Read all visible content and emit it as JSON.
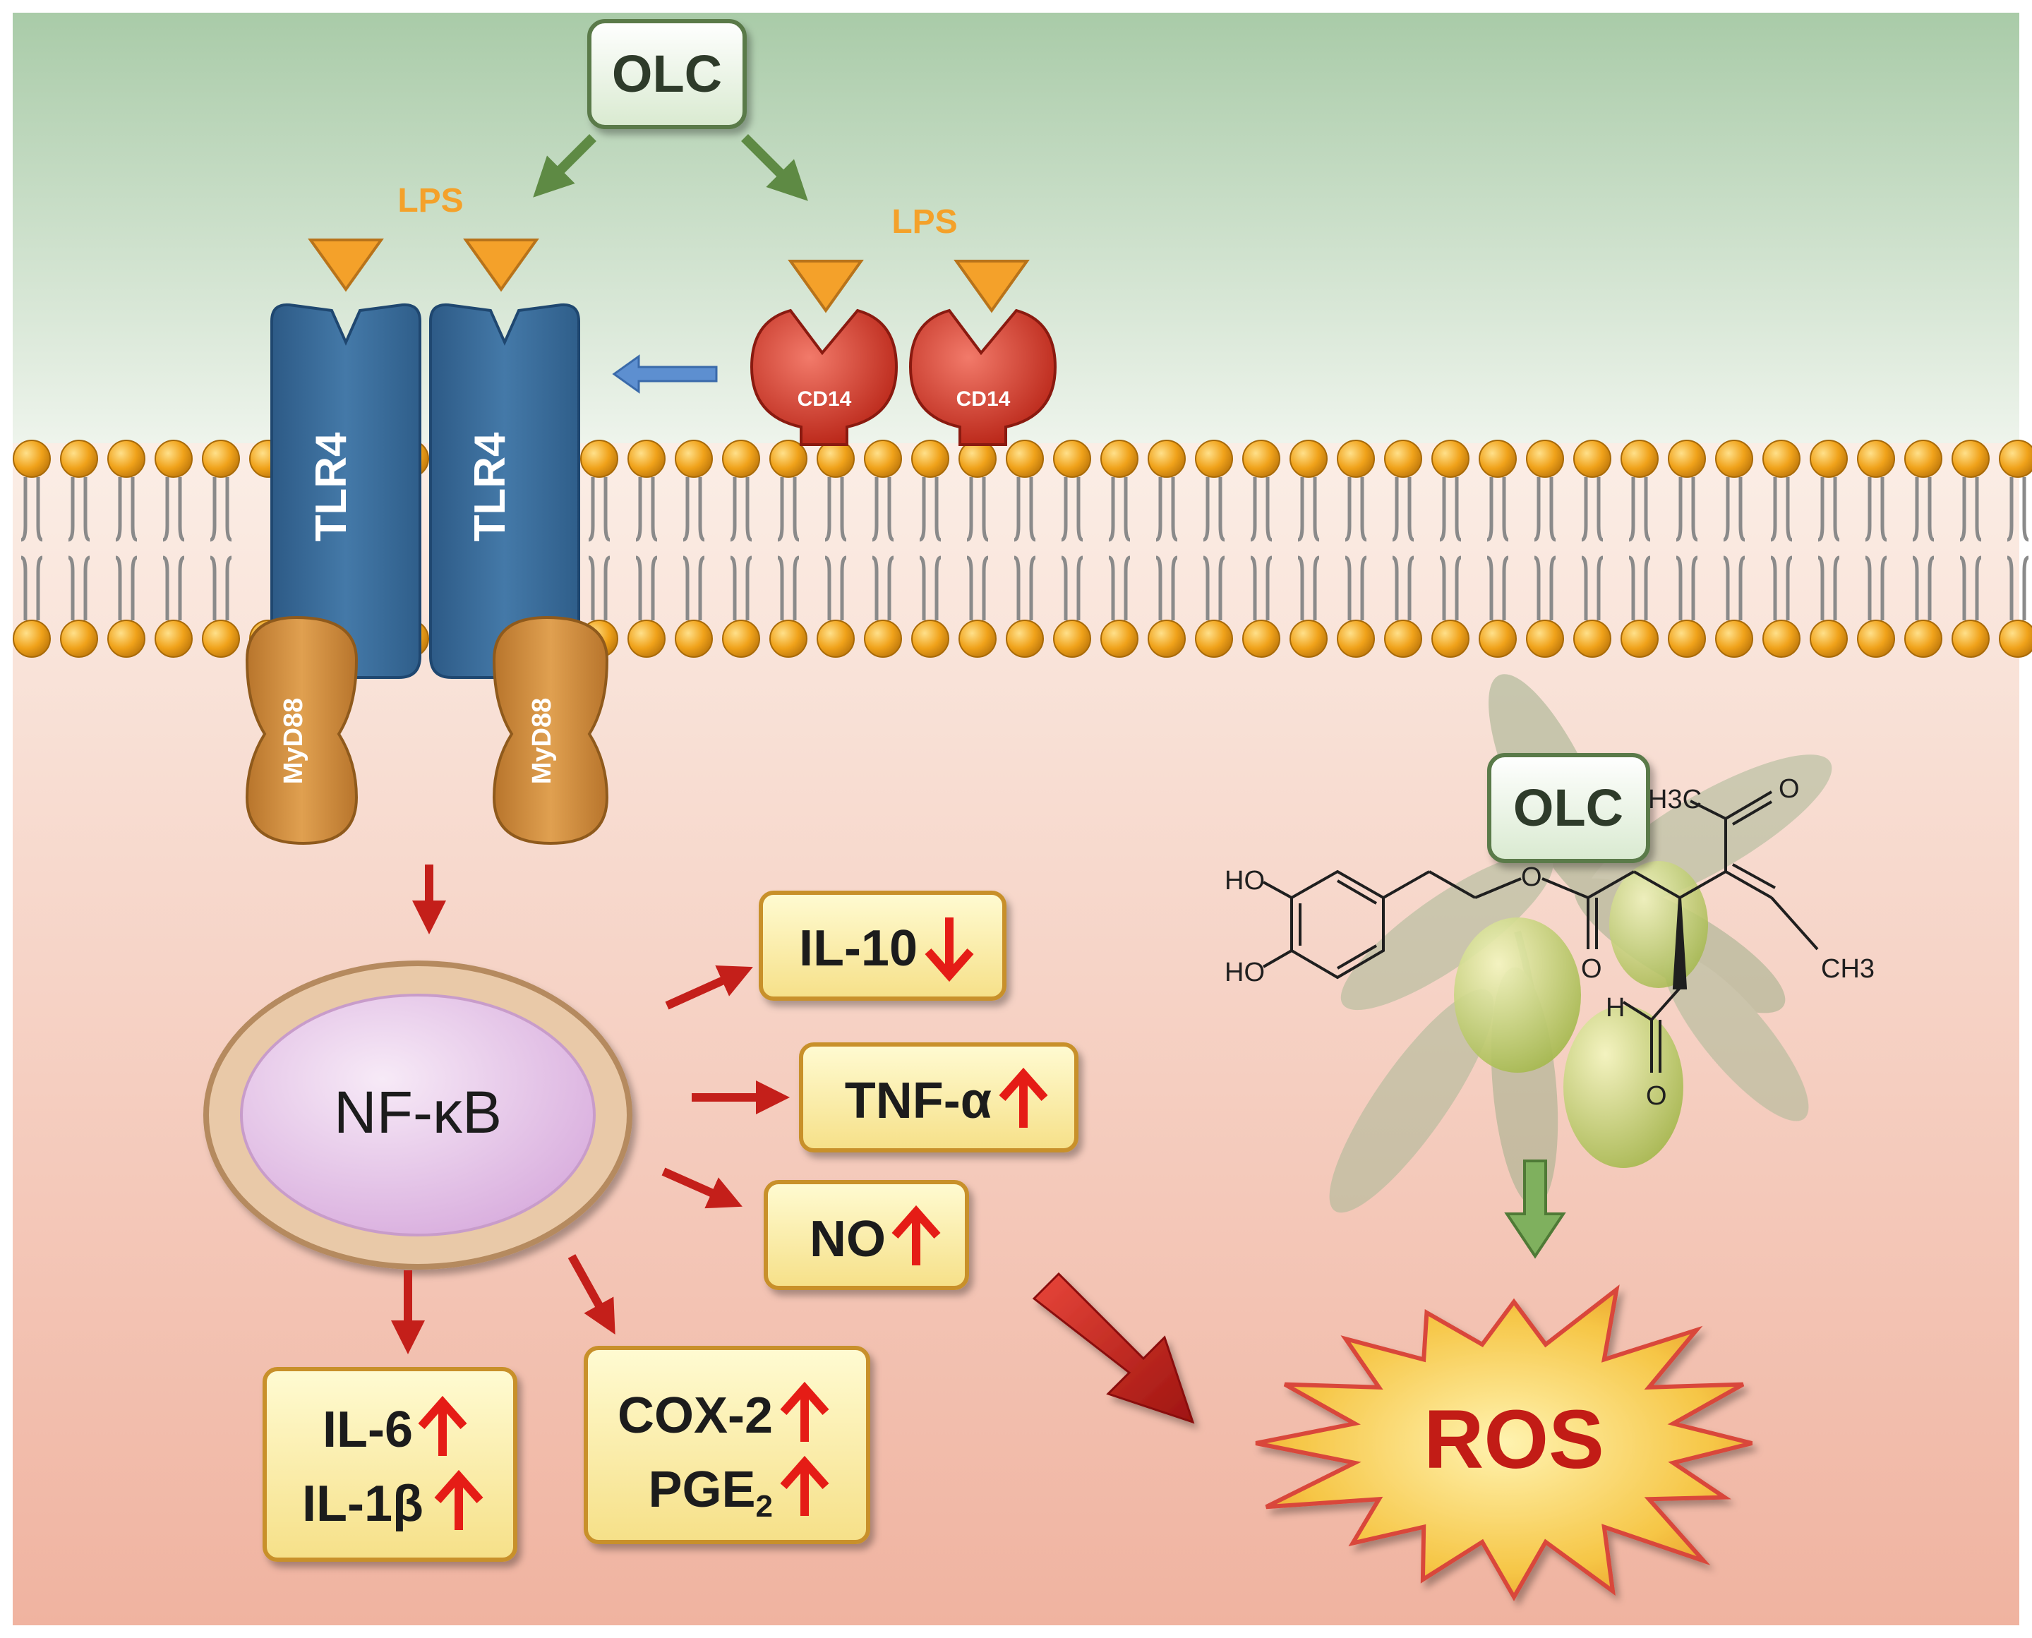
{
  "colors": {
    "extracellular_top": "#a9cba8",
    "extracellular_bottom": "#eef4ec",
    "intracellular_top": "#fbeee6",
    "intracellular_bottom": "#f0b3a0",
    "tlr4": "#3a6e9c",
    "myd88": "#d68e3e",
    "cd14": "#d93a2a",
    "lps": "#f4a12a",
    "lipid_head": "#f0a21a",
    "olc_box": "#eef6e4",
    "olc_border": "#5a7a4a",
    "cytokine_box": "#fdf0a6",
    "cytokine_border": "#c8902a",
    "up_arrow": "#e51f14",
    "red_arrow": "#c41f1a",
    "green_arrow": "#5e8a44",
    "blue_arrow": "#5d8fd0",
    "nfkb_ring": "#e9c9a8",
    "nfkb_fill": "#e4c4e4",
    "ros_burst": "#f6c646",
    "ros_text": "#c21a12"
  },
  "olc_top": {
    "label": "OLC"
  },
  "olc_right": {
    "label": "OLC"
  },
  "lps_labels": [
    "LPS",
    "LPS"
  ],
  "tlr4_labels": [
    "TLR4",
    "TLR4"
  ],
  "myd88_labels": [
    "MyD88",
    "MyD88"
  ],
  "cd14_labels": [
    "CD14",
    "CD14"
  ],
  "nfkb": {
    "label": "NF-κB"
  },
  "outputs": {
    "il10": {
      "label": "IL-10"
    },
    "tnfa": {
      "label": "TNF-α"
    },
    "no": {
      "label": "NO"
    },
    "il6": {
      "label": "IL-6"
    },
    "il1b": {
      "label": "IL-1β"
    },
    "cox2": {
      "label": "COX-2"
    },
    "pge2": {
      "label": "PGE",
      "subscript": "2"
    }
  },
  "ros": {
    "label": "ROS"
  },
  "molecule": {
    "labels": {
      "ho_top": "HO",
      "ho_bottom": "HO",
      "h3c": "H3C",
      "o_ketone": "O",
      "o_ester": "O",
      "o_carbonyl": "O",
      "h": "H",
      "ch3": "CH3",
      "o_aldehyde": "O"
    }
  }
}
